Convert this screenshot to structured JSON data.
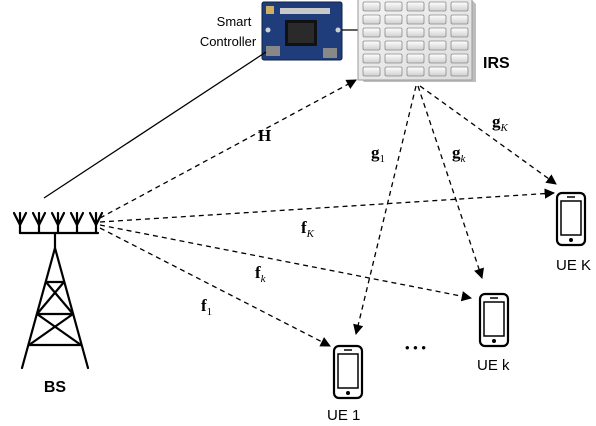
{
  "controller": {
    "line1": "Smart",
    "line2": "Controller"
  },
  "irs": {
    "label": "IRS"
  },
  "bs": {
    "label": "BS"
  },
  "users": [
    {
      "label": "UE 1"
    },
    {
      "label": "UE k"
    },
    {
      "label": "UE K"
    }
  ],
  "ellipsis": "•  •  •",
  "channels": {
    "H": "H",
    "g1": {
      "base": "g",
      "sub": "1"
    },
    "gk": {
      "base": "g",
      "sub": "k"
    },
    "gK": {
      "base": "g",
      "sub": "K"
    },
    "fK": {
      "base": "f",
      "sub": "K"
    },
    "fk": {
      "base": "f",
      "sub": "k"
    },
    "f1": {
      "base": "f",
      "sub": "1"
    }
  }
}
